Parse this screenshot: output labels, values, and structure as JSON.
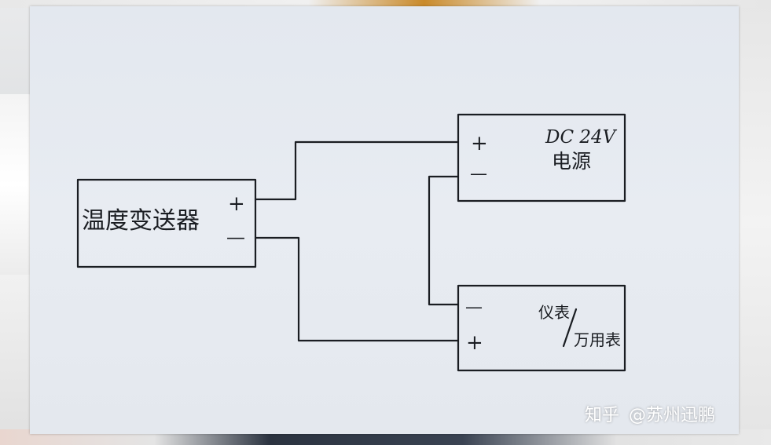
{
  "transmitter": {
    "label": "温度变送器",
    "plus": "+",
    "minus": "—"
  },
  "power_supply": {
    "label_line1": "DC 24V",
    "label_line2": "电源",
    "plus": "+",
    "minus": "—"
  },
  "meter": {
    "label_line1": "仪表",
    "label_slash": "/",
    "label_line2": "万用表",
    "minus": "—",
    "plus": "+"
  },
  "watermark": {
    "brand": "知乎",
    "author": "@苏州迅鹏"
  },
  "colors": {
    "ink": "#1a1d22",
    "paper": "#e6eaf0"
  }
}
